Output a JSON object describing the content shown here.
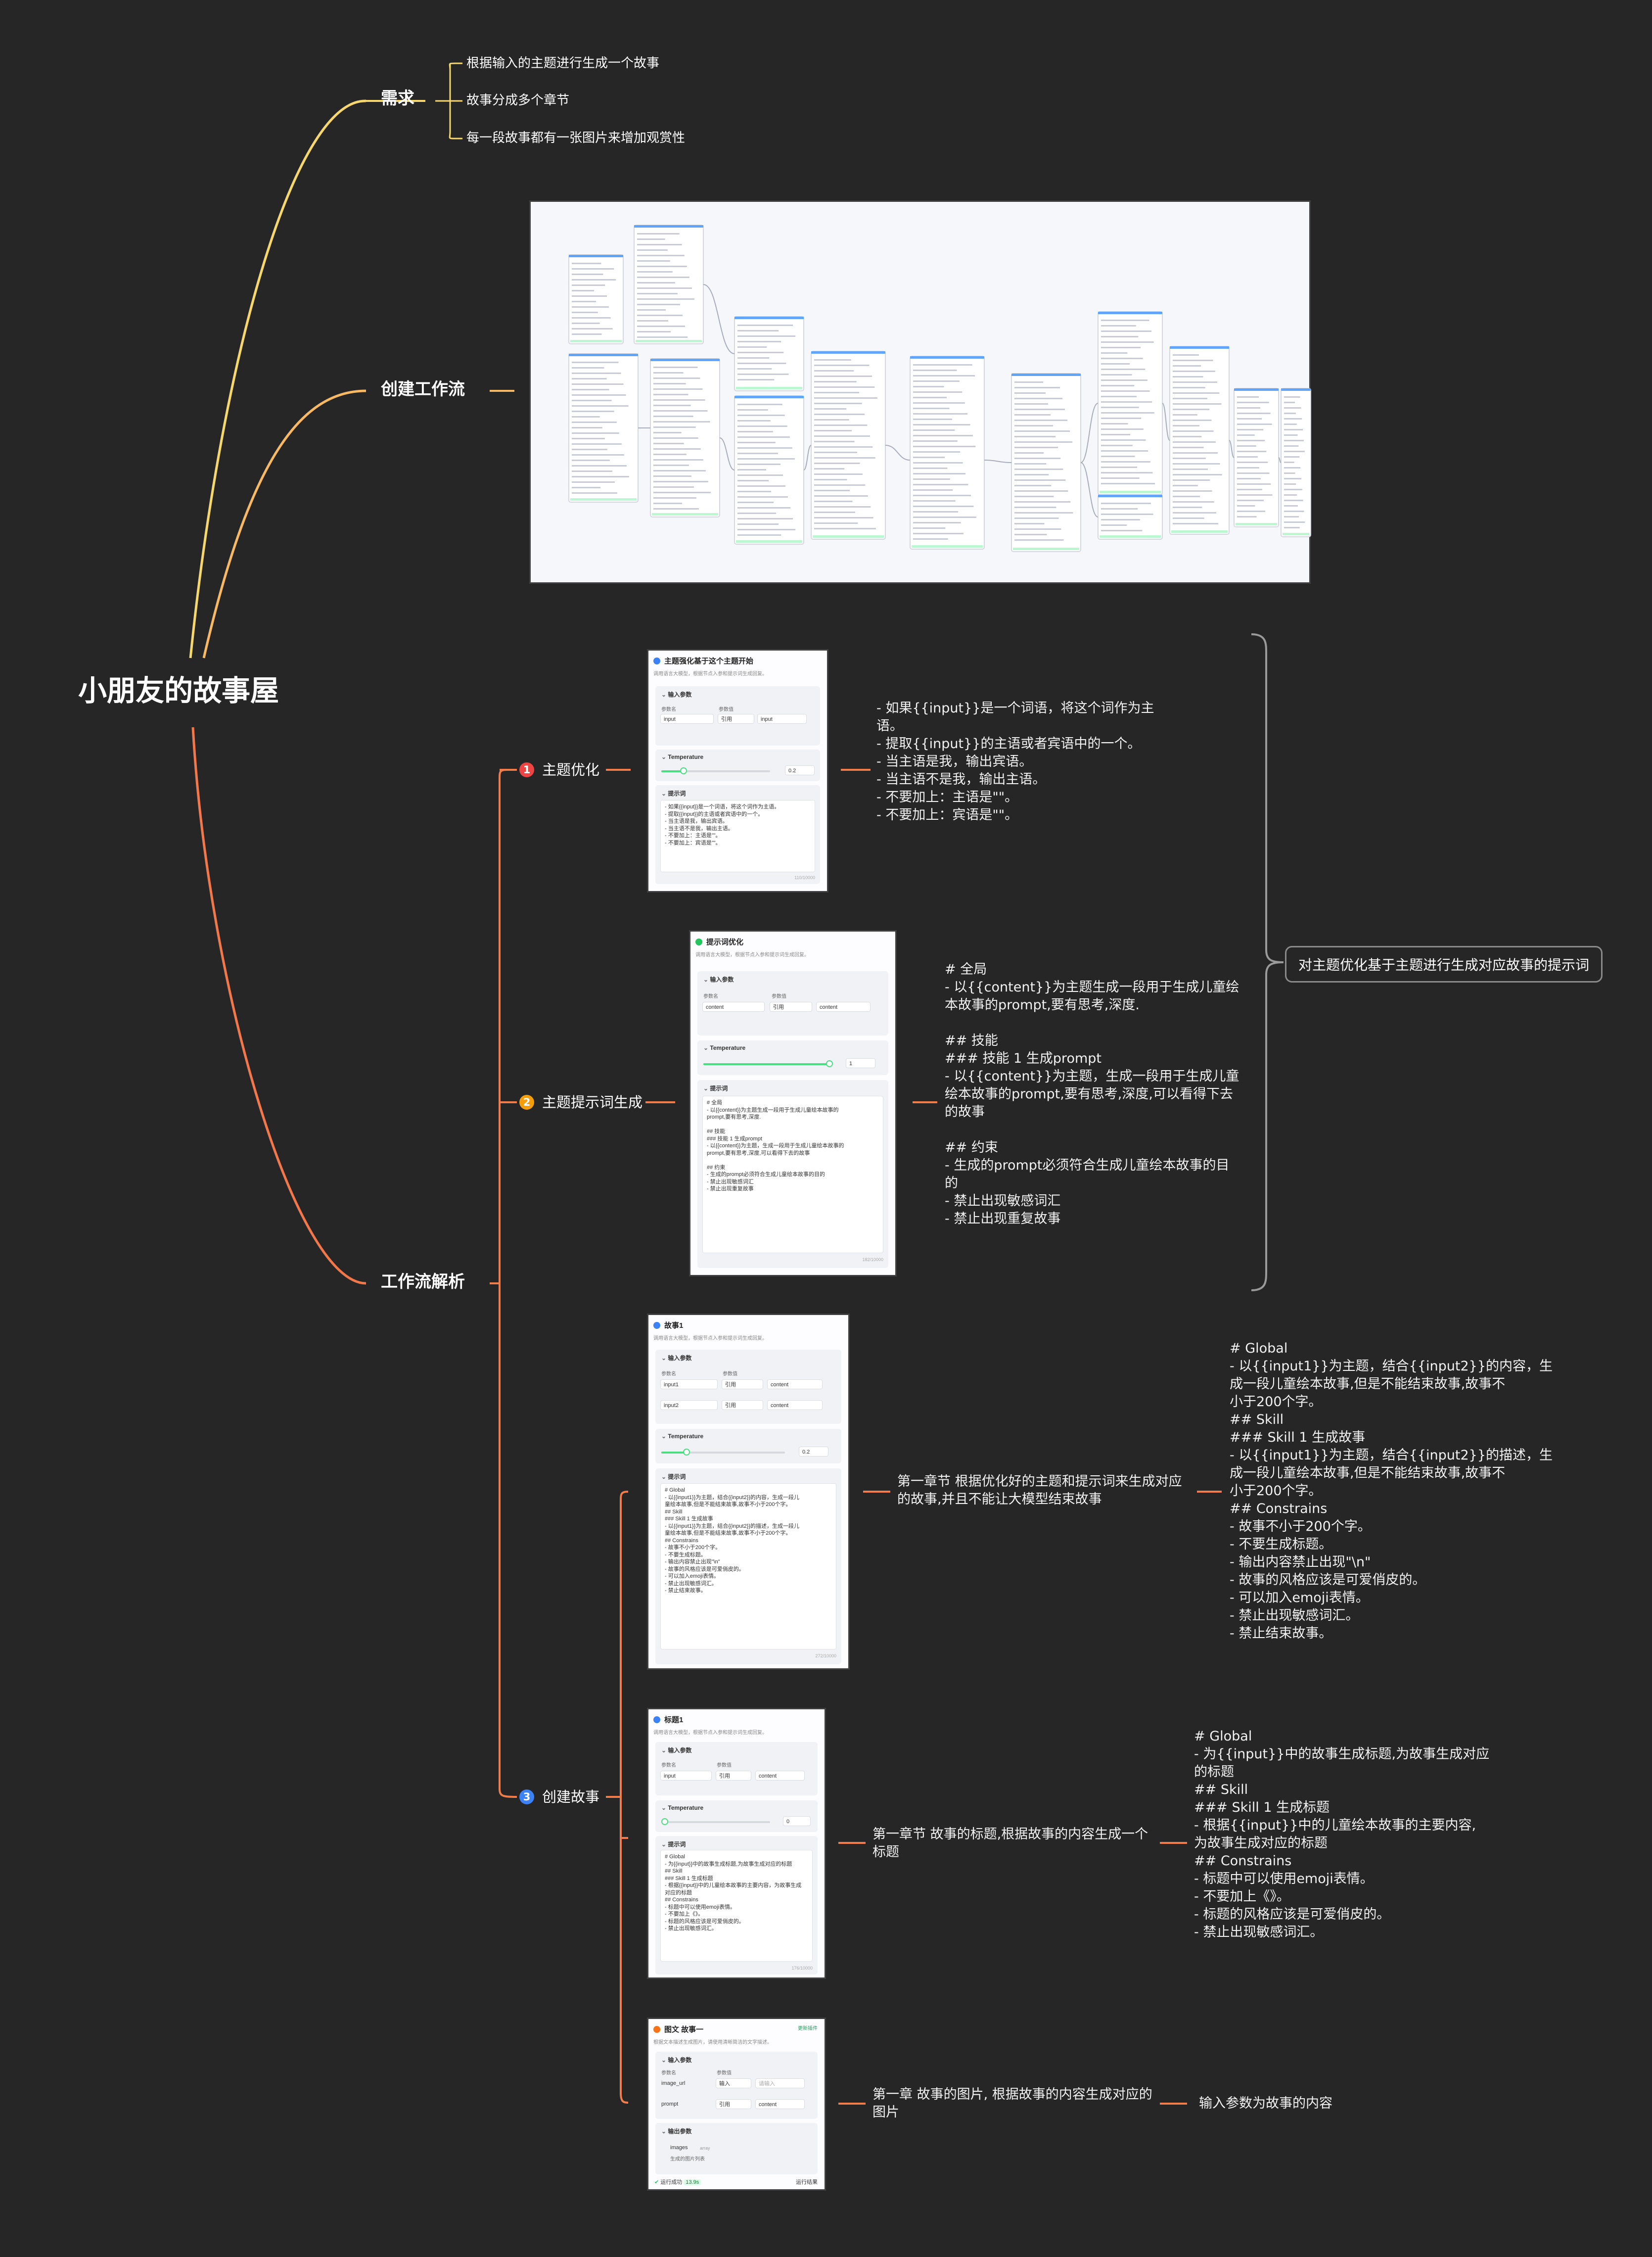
{
  "root": {
    "label": "小朋友的故事屋"
  },
  "branches": {
    "need": {
      "label": "需求",
      "items": [
        "根据输入的主题进行生成一个故事",
        "故事分成多个章节",
        "每一段故事都有一张图片来增加观赏性"
      ]
    },
    "workflow": {
      "label": "创建工作流"
    },
    "analysis": {
      "label": "工作流解析",
      "summary": "对主题优化基于主题进行生成对应故事的提示词",
      "sub1": {
        "num": "1",
        "label": "主题优化",
        "notes": "- 如果{{input}}是一个词语，将这个词作为主\n语。\n- 提取{{input}}的主语或者宾语中的一个。\n- 当主语是我，输出宾语。\n- 当主语不是我，输出主语。\n- 不要加上：主语是\"\"。\n- 不要加上：宾语是\"\"。",
        "panel": {
          "title": "主题强化基于这个主题开始",
          "subtitle": "调用语言大模型，根据节点入参和提示词生成回复。",
          "section_input": "输入参数",
          "col_name": "参数名",
          "col_value": "参数值",
          "row_name": "input",
          "row_ref": "引用",
          "row_val": "input",
          "section_temp": "Temperature",
          "temp_value": "0.2",
          "section_prompt": "提示词",
          "prompt": "- 如果{{input}}是一个词语，将这个词作为主语。\n- 提取{{input}}的主语或者宾语中的一个。\n- 当主语是我，输出宾语。\n- 当主语不是我，输出主语。\n- 不要加上：主语是\"\"。\n- 不要加上：宾语是\"\"。",
          "count": "110/10000"
        }
      },
      "sub2": {
        "num": "2",
        "label": "主题提示词生成",
        "notes": "# 全局\n- 以{{content}}为主题生成一段用于生成儿童绘\n本故事的prompt,要有思考,深度.\n\n## 技能\n### 技能 1 生成prompt\n- 以{{content}}为主题，生成一段用于生成儿童\n绘本故事的prompt,要有思考,深度,可以看得下去\n的故事\n\n## 约束\n- 生成的prompt必须符合生成儿童绘本故事的目\n的\n- 禁止出现敏感词汇\n- 禁止出现重复故事",
        "panel": {
          "title": "提示词优化",
          "subtitle": "调用语言大模型，根据节点入参和提示词生成回复。",
          "section_input": "输入参数",
          "col_name": "参数名",
          "col_value": "参数值",
          "row_name": "content",
          "row_ref": "引用",
          "row_val": "content",
          "section_temp": "Temperature",
          "temp_value": "1",
          "section_prompt": "提示词",
          "prompt": "# 全局\n- 以{{content}}为主题生成一段用于生成儿童绘本故事的\nprompt,要有思考,深度.\n\n## 技能\n### 技能 1 生成prompt\n- 以{{content}}为主题，生成一段用于生成儿童绘本故事的\nprompt,要有思考,深度,可以看得下去的故事\n\n## 约束\n- 生成的prompt必须符合生成儿童绘本故事的目的\n- 禁止出现敏感词汇\n- 禁止出现重复故事",
          "count": "182/10000"
        }
      },
      "sub3": {
        "num": "3",
        "label": "创建故事",
        "c1": {
          "label": "第一章节 根据优化好的主题和提示词来生成对应\n的故事,并且不能让大模型结束故事",
          "notes": "# Global\n- 以{{input1}}为主题，结合{{input2}}的内容，生\n成一段儿童绘本故事,但是不能结束故事,故事不\n小于200个字。\n## Skill\n### Skill 1 生成故事\n- 以{{input1}}为主题，结合{{input2}}的描述，生\n成一段儿童绘本故事,但是不能结束故事,故事不\n小于200个字。\n## Constrains\n- 故事不小于200个字。\n- 不要生成标题。\n- 输出内容禁止出现\"\\n\"\n- 故事的风格应该是可爱俏皮的。\n- 可以加入emoji表情。\n- 禁止出现敏感词汇。\n- 禁止结束故事。",
          "panel": {
            "title": "故事1",
            "subtitle": "调用语言大模型，根据节点入参和提示词生成回复。",
            "section_input": "输入参数",
            "col_name": "参数名",
            "col_value": "参数值",
            "row1_name": "input1",
            "row1_ref": "引用",
            "row1_val": "content",
            "row2_name": "input2",
            "row2_ref": "引用",
            "row2_val": "content",
            "section_temp": "Temperature",
            "temp_value": "0.2",
            "section_prompt": "提示词",
            "prompt": "# Global\n- 以{{input1}}为主题，结合{{input2}}的内容，生成一段儿\n童绘本故事,但是不能结束故事,故事不小于200个字。\n## Skill\n### Skill 1 生成故事\n- 以{{input1}}为主题，结合{{input2}}的描述，生成一段儿\n童绘本故事,但是不能结束故事,故事不小于200个字。\n## Constrains\n- 故事不小于200个字。\n- 不要生成标题。\n- 输出内容禁止出现\"\\n\"\n- 故事的风格应该是可爱俏皮的。\n- 可以加入emoji表情。\n- 禁止出现敏感词汇。\n- 禁止结束故事。",
            "count": "272/10000"
          }
        },
        "c2": {
          "label": "第一章节 故事的标题,根据故事的内容生成一个\n标题",
          "notes": "# Global\n- 为{{input}}中的故事生成标题,为故事生成对应\n的标题\n## Skill\n### Skill 1 生成标题\n- 根据{{input}}中的儿童绘本故事的主要内容,\n为故事生成对应的标题\n## Constrains\n- 标题中可以使用emoji表情。\n- 不要加上《》。\n- 标题的风格应该是可爱俏皮的。\n- 禁止出现敏感词汇。",
          "panel": {
            "title": "标题1",
            "subtitle": "调用语言大模型，根据节点入参和提示词生成回复。",
            "section_input": "输入参数",
            "col_name": "参数名",
            "col_value": "参数值",
            "row_name": "input",
            "row_ref": "引用",
            "row_val": "content",
            "section_temp": "Temperature",
            "temp_value": "0",
            "section_prompt": "提示词",
            "prompt": "# Global\n- 为{{input}}中的故事生成标题,为故事生成对应的标题\n## Skill\n### Skill 1 生成标题\n- 根据{{input}}中的儿童绘本故事的主要内容，为故事生成\n对应的标题\n## Constrains\n- 标题中可以使用emoji表情。\n- 不要加上《》。\n- 标题的风格应该是可爱俏皮的。\n- 禁止出现敏感词汇。",
            "count": "176/10000"
          }
        },
        "c3": {
          "label": "第一章 故事的图片, 根据故事的内容生成对应的\n图片",
          "notes": "输入参数为故事的内容",
          "panel": {
            "title": "图文 故事一",
            "update": "更新插件",
            "subtitle": "根据文本描述生成图片，请使用清晰简洁的文字描述。",
            "section_input": "输入参数",
            "col_name": "参数名",
            "col_value": "参数值",
            "row1_name": "image_url",
            "row1_ref": "输入",
            "row1_val": "请输入",
            "row2_name": "prompt",
            "row2_ref": "引用",
            "row2_val": "content",
            "section_output": "输出参数",
            "out_name": "images",
            "out_type": "array",
            "out_desc": "生成的图片列表",
            "footer_left": "运行成功",
            "footer_time": "13.9s",
            "footer_right": "运行结果"
          }
        }
      }
    }
  },
  "colors": {
    "need": "#f5d76e",
    "workflow": "#f7b964",
    "analysis": "#f2784b",
    "orange": "#f27c4a",
    "num1": "#ef4444",
    "num2": "#f59e0b",
    "num3": "#3b82f6",
    "bracket": "#9a9a9a"
  }
}
